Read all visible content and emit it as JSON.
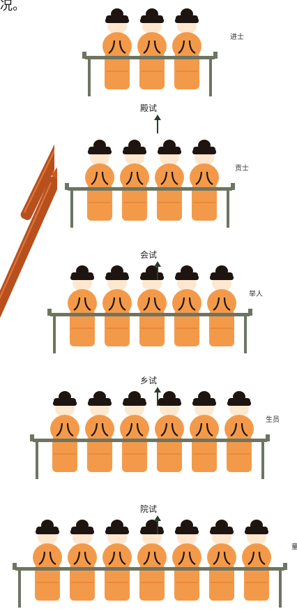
{
  "top_text": "况。",
  "colors": {
    "robe": "#f39a4a",
    "robe_dark": "#e07a28",
    "hair": "#1e1410",
    "face": "#fde8cf",
    "desk": "#6d7562",
    "arrow": "#2c3a2c",
    "brush_wood": "#b8501e",
    "brush_dark": "#5a2410"
  },
  "tiers": [
    {
      "count": 3,
      "label": "进士"
    },
    {
      "count": 4,
      "label": "贡士"
    },
    {
      "count": 5,
      "label": "举人"
    },
    {
      "count": 6,
      "label": "生员"
    },
    {
      "count": 7,
      "label": "童"
    }
  ],
  "exams": [
    "殿试",
    "会试",
    "乡试",
    "院试"
  ]
}
